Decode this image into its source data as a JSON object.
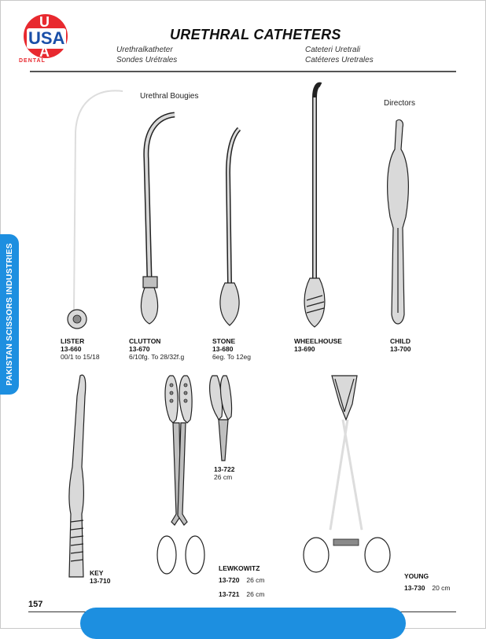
{
  "logo": {
    "top": "U",
    "middle": "USA",
    "bottom": "A",
    "ring_text": "DENTAL"
  },
  "header": {
    "title": "URETHRAL CATHETERS",
    "sub_de": "Urethralkatheter",
    "sub_fr": "Sondes Urétrales",
    "sub_it": "Cateteri Uretrali",
    "sub_es": "Catéteres Uretrales"
  },
  "side_tab": {
    "text": "PAKISTAN SCISSORS INDUSTRIES"
  },
  "captions": {
    "bougies": "Urethral Bougies",
    "directors": "Directors"
  },
  "items": {
    "lister": {
      "name": "LISTER",
      "code": "13-660",
      "spec": "00/1 to 15/18"
    },
    "clutton": {
      "name": "CLUTTON",
      "code": "13-670",
      "spec": "6/10fg. To 28/32f.g"
    },
    "stone": {
      "name": "STONE",
      "code": "13-680",
      "spec": "6eg. To 12eg"
    },
    "wheelhouse": {
      "name": "WHEELHOUSE",
      "code": "13-690"
    },
    "child": {
      "name": "CHILD",
      "code": "13-700"
    },
    "key": {
      "name": "KEY",
      "code": "13-710"
    },
    "detail": {
      "code": "13-722",
      "spec": "26 cm"
    },
    "lewkowitz": {
      "name": "LEWKOWITZ",
      "code1": "13-720",
      "spec1": "26 cm",
      "code2": "13-721",
      "spec2": "26 cm"
    },
    "young": {
      "name": "YOUNG",
      "code": "13-730",
      "spec": "20 cm"
    }
  },
  "footer": {
    "page": "157"
  },
  "colors": {
    "accent_blue": "#1d8fe0",
    "logo_red": "#e8292f",
    "logo_blue": "#1a4fa8"
  }
}
